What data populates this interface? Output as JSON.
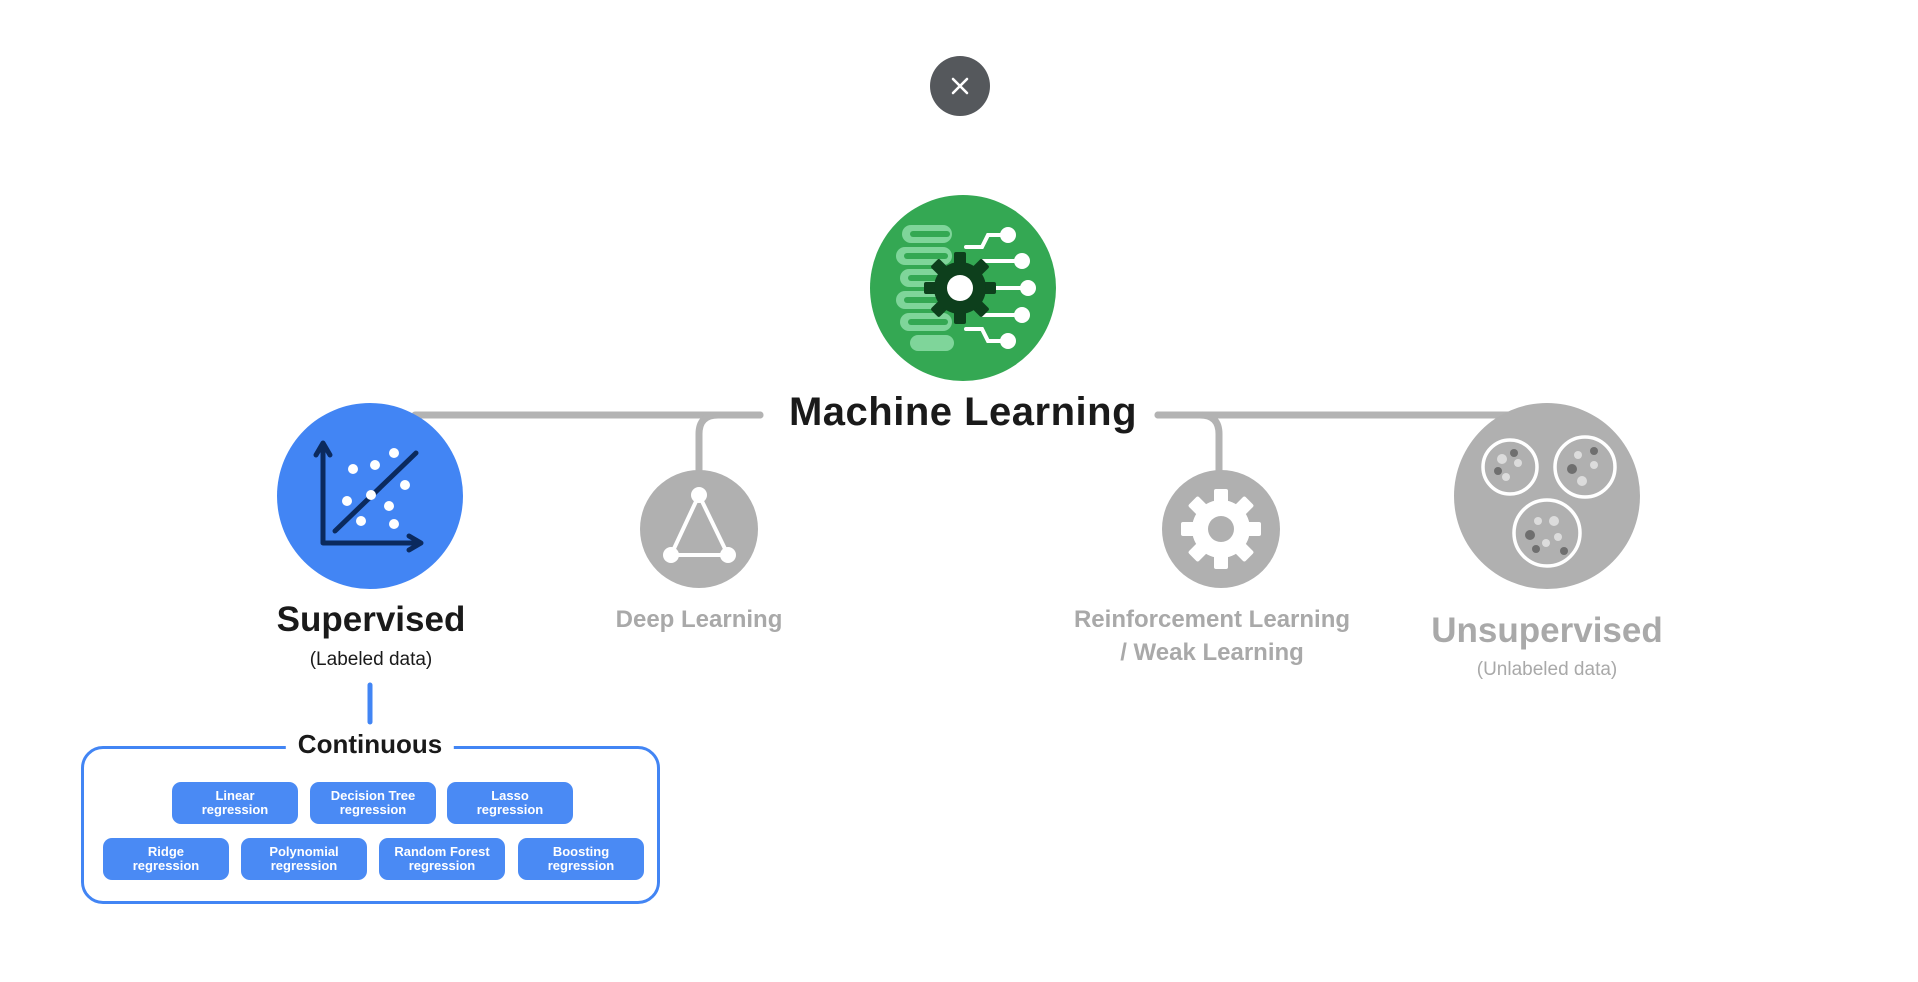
{
  "close_button": {
    "icon": "close-icon",
    "background": "#55585c"
  },
  "root": {
    "label": "Machine Learning",
    "icon": "ml-brain-gear-icon",
    "color": "#34a853"
  },
  "branches": {
    "supervised": {
      "label": "Supervised",
      "sublabel": "(Labeled data)",
      "icon": "scatter-regression-icon",
      "color": "#4285f4",
      "active": true
    },
    "deep_learning": {
      "label": "Deep Learning",
      "icon": "network-triangle-icon",
      "active": false
    },
    "reinforcement": {
      "label_line1": "Reinforcement Learning",
      "label_line2": "/ Weak Learning",
      "icon": "gear-icon",
      "active": false
    },
    "unsupervised": {
      "label": "Unsupervised",
      "sublabel": "(Unlabeled data)",
      "icon": "clusters-icon",
      "active": false
    }
  },
  "continuous": {
    "label": "Continuous",
    "row1": [
      {
        "line1": "Linear",
        "line2": "regression"
      },
      {
        "line1": "Decision Tree",
        "line2": "regression"
      },
      {
        "line1": "Lasso",
        "line2": "regression"
      }
    ],
    "row2": [
      {
        "line1": "Ridge",
        "line2": "regression"
      },
      {
        "line1": "Polynomial",
        "line2": "regression"
      },
      {
        "line1": "Random Forest",
        "line2": "regression"
      },
      {
        "line1": "Boosting",
        "line2": "regression"
      }
    ]
  },
  "colors": {
    "connector": "#b3b3b3",
    "inactive": "#b0b0b0",
    "accent_blue": "#4285f4",
    "green": "#34a853"
  }
}
